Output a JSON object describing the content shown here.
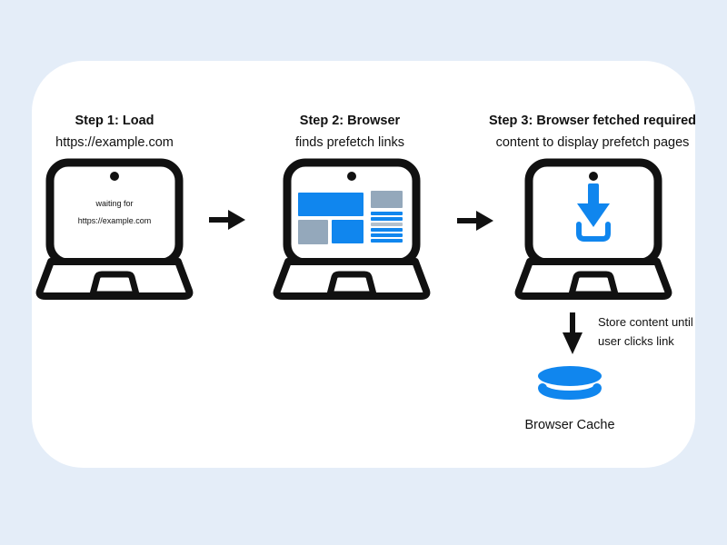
{
  "colors": {
    "background": "#e4edf8",
    "card": "#ffffff",
    "blue": "#1086ee",
    "gray": "#94a8bb",
    "gray-light": "#b3c0cc",
    "ink": "#111111"
  },
  "icons": {
    "laptop": "laptop-outline-shape",
    "webcam": "camera-dot",
    "right_arrow": "→",
    "down_arrow": "↓",
    "download": "⤓",
    "database": "⛁"
  },
  "steps": [
    {
      "title_line1": "Step 1: Load",
      "title_line2": "https://example.com",
      "screen": {
        "line1": "waiting for",
        "line2": "https://example.com"
      }
    },
    {
      "title_line1": "Step 2: Browser",
      "title_line2": "finds prefetch links"
    },
    {
      "title_line1": "Step 3: Browser fetched required",
      "title_line2": "content to display prefetch pages"
    }
  ],
  "cache_flow": {
    "note_line1": "Store content until",
    "note_line2": "user clicks link",
    "cache_label": "Browser Cache"
  }
}
